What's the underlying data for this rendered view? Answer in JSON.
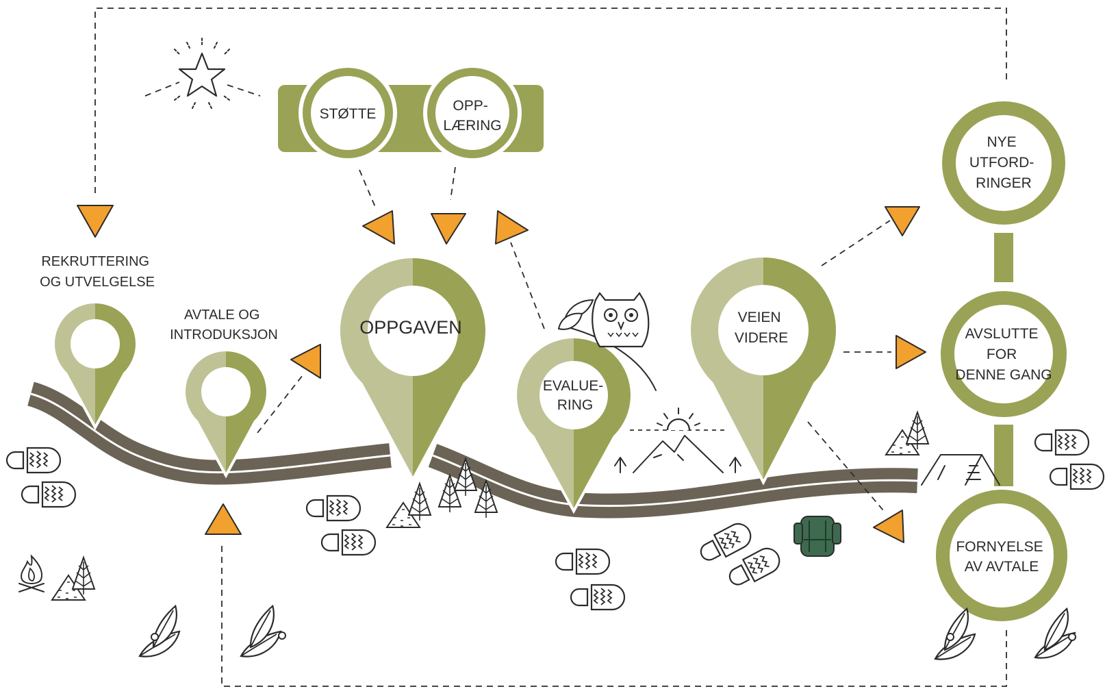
{
  "colors": {
    "olive_dark": "#9aa255",
    "olive_light": "#bfc295",
    "road": "#6b6355",
    "arrow": "#f2a02e",
    "ink": "#2b2b2b",
    "backpack": "#3e6b4f"
  },
  "labels": {
    "rekruttering": [
      "REKRUTTERING",
      "OG UTVELGELSE"
    ],
    "avtale": [
      "AVTALE OG",
      "INTRODUKSJON"
    ],
    "oppgaven": [
      "OPPGAVEN"
    ],
    "stotte": [
      "STØTTE"
    ],
    "opplaering": [
      "OPP-",
      "LÆRING"
    ],
    "evaluering": [
      "EVALUE-",
      "RING"
    ],
    "veien": [
      "VEIEN",
      "VIDERE"
    ],
    "nye": [
      "NYE",
      "UTFORD-",
      "RINGER"
    ],
    "avslutte": [
      "AVSLUTTE",
      "FOR",
      "DENNE GANG"
    ],
    "fornyelse": [
      "FORNYELSE",
      "AV AVTALE"
    ]
  },
  "icons": [
    "star-icon",
    "owl-icon",
    "sun-mountain-icon",
    "campfire-icon",
    "tent-icon",
    "backpack-icon",
    "footprint-icon",
    "leaf-icon",
    "tree-icon"
  ]
}
